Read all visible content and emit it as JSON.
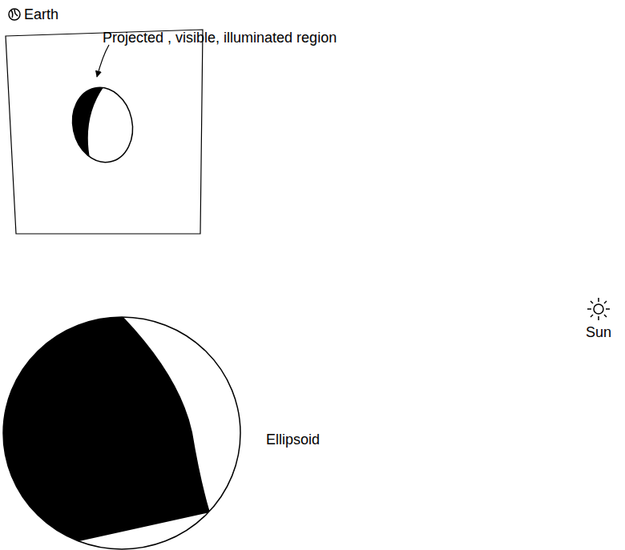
{
  "diagram": {
    "labels": [
      "Earth",
      "Projected , visible, illuminated region",
      "Sun",
      "Ellipsoid"
    ]
  }
}
